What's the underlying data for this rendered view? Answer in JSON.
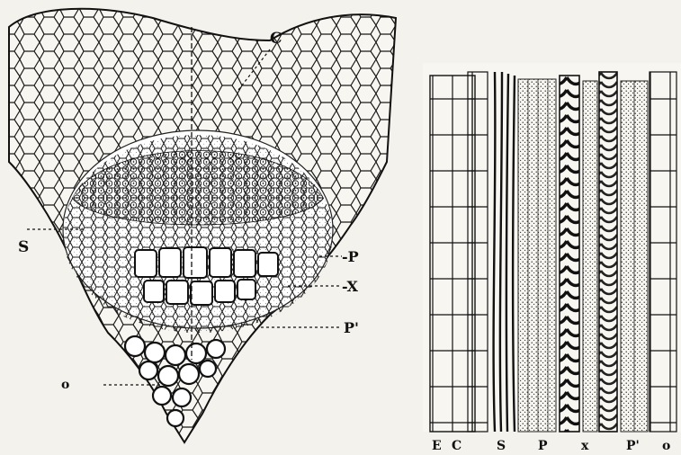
{
  "cross_section": {
    "labels": {
      "c": "C",
      "s": "S",
      "p": "-P",
      "x": "-X",
      "p_prime": "P'",
      "o": "o"
    }
  },
  "longitudinal_section": {
    "labels": [
      "E",
      "C",
      "S",
      "P",
      "x",
      "P'",
      "o"
    ]
  }
}
